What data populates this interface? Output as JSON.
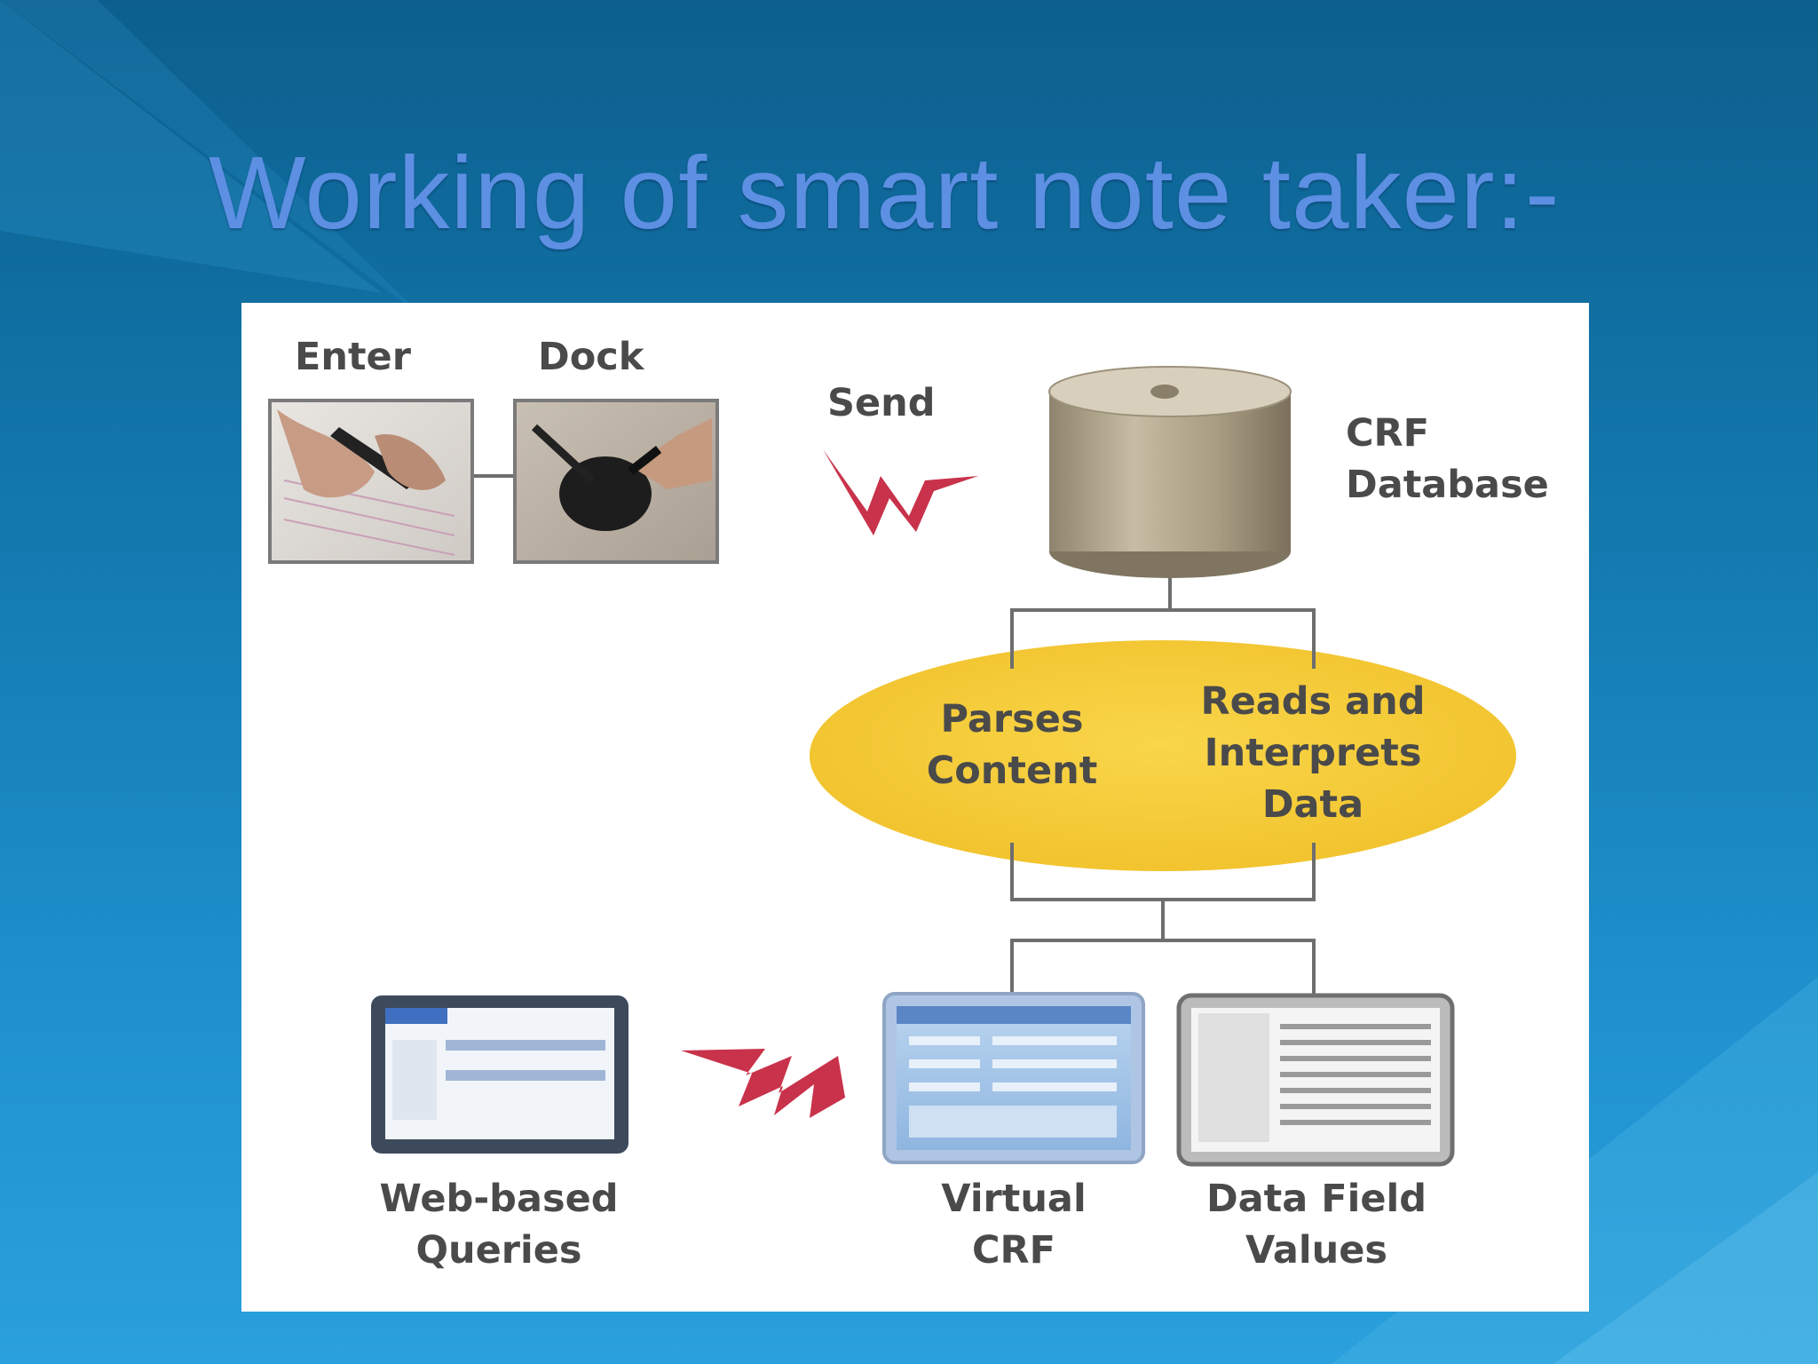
{
  "slide": {
    "title": "Working of smart note taker:-"
  },
  "diagram": {
    "enter_label": "Enter",
    "dock_label": "Dock",
    "send_label": "Send",
    "database_label_line1": "CRF",
    "database_label_line2": "Database",
    "process_left_line1": "Parses",
    "process_left_line2": "Content",
    "process_right_line1": "Reads and",
    "process_right_line2": "Interprets",
    "process_right_line3": "Data",
    "output_queries_line1": "Web-based",
    "output_queries_line2": "Queries",
    "output_crf_line1": "Virtual",
    "output_crf_line2": "CRF",
    "output_values_line1": "Data Field",
    "output_values_line2": "Values"
  },
  "colors": {
    "ellipse": "#f6cc3a",
    "lightning": "#c8324a",
    "connector": "#6e6e6e",
    "label": "#4a4a4a",
    "title": "#5d8fe3"
  }
}
